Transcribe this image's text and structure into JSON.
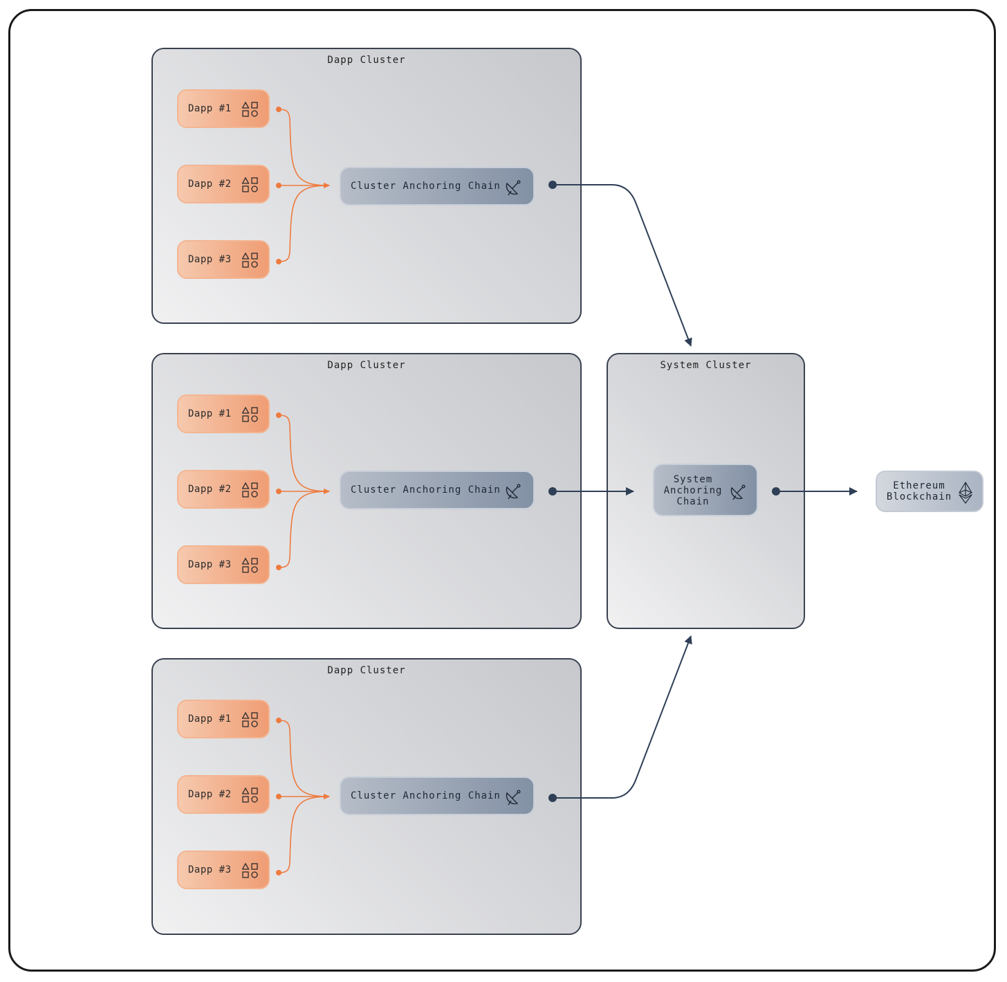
{
  "dapp_clusters": [
    {
      "title": "Dapp Cluster",
      "dapps": [
        {
          "label": "Dapp #1",
          "icon": "shapes-icon"
        },
        {
          "label": "Dapp #2",
          "icon": "shapes-icon"
        },
        {
          "label": "Dapp #3",
          "icon": "shapes-icon"
        }
      ],
      "anchor": {
        "label": "Cluster Anchoring Chain",
        "icon": "satellite-dish-icon"
      }
    },
    {
      "title": "Dapp Cluster",
      "dapps": [
        {
          "label": "Dapp #1",
          "icon": "shapes-icon"
        },
        {
          "label": "Dapp #2",
          "icon": "shapes-icon"
        },
        {
          "label": "Dapp #3",
          "icon": "shapes-icon"
        }
      ],
      "anchor": {
        "label": "Cluster Anchoring Chain",
        "icon": "satellite-dish-icon"
      }
    },
    {
      "title": "Dapp Cluster",
      "dapps": [
        {
          "label": "Dapp #1",
          "icon": "shapes-icon"
        },
        {
          "label": "Dapp #2",
          "icon": "shapes-icon"
        },
        {
          "label": "Dapp #3",
          "icon": "shapes-icon"
        }
      ],
      "anchor": {
        "label": "Cluster Anchoring Chain",
        "icon": "satellite-dish-icon"
      }
    }
  ],
  "system_cluster": {
    "title": "System Cluster",
    "anchor": {
      "label": "System Anchoring Chain",
      "icon": "satellite-dish-icon"
    }
  },
  "ethereum": {
    "label": "Ethereum Blockchain",
    "icon": "ethereum-icon"
  },
  "colors": {
    "dapp_edge": "#ee7a3e",
    "chain_edge": "#2e3f56",
    "cluster_border": "#3a4150"
  }
}
